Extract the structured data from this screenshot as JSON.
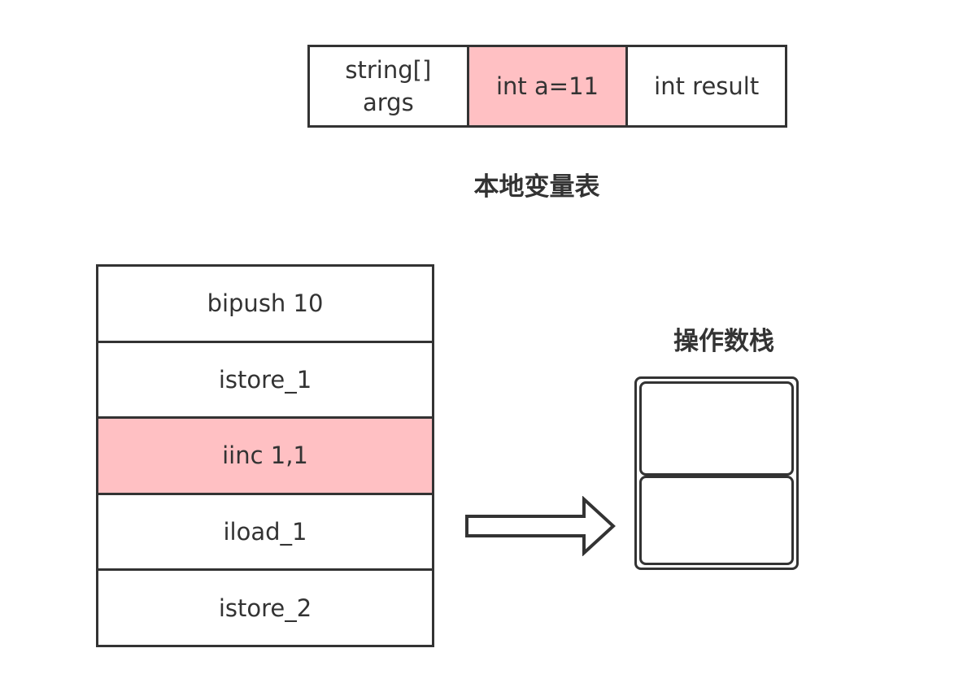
{
  "local_variable_table": {
    "caption": "本地变量表",
    "slots": [
      {
        "line1": "string[]",
        "line2": "args"
      },
      {
        "line1": "int a=11",
        "line2": ""
      },
      {
        "line1": "int result",
        "line2": ""
      }
    ]
  },
  "bytecode": {
    "instructions": [
      "bipush 10",
      "istore_1",
      "iinc 1,1",
      "iload_1",
      "istore_2"
    ],
    "highlighted_index": 2
  },
  "operand_stack": {
    "caption": "操作数栈",
    "slot_count": 2
  },
  "colors": {
    "highlight": "#ffc0c3",
    "stroke": "#333333",
    "text": "#333333",
    "background": "#ffffff"
  }
}
